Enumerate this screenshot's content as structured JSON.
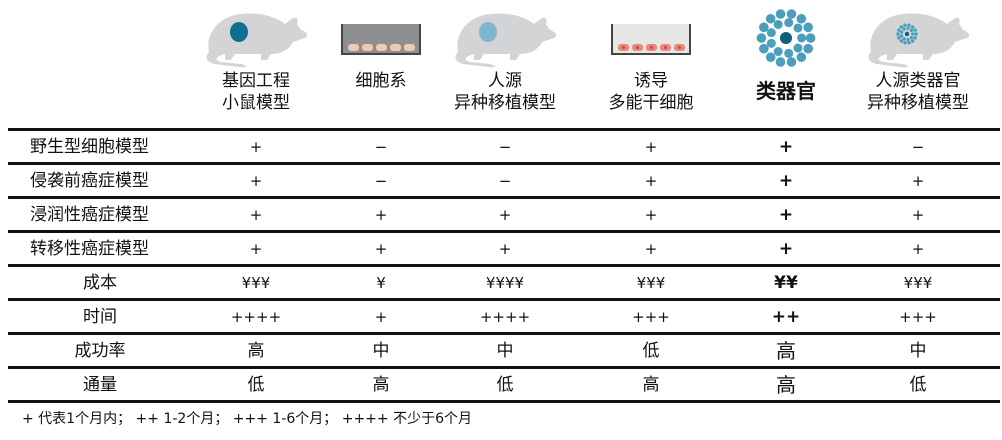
{
  "columns": [
    {
      "icon": "mouse-tumor-dark-icon",
      "lines": [
        "基因工程",
        "小鼠模型"
      ]
    },
    {
      "icon": "cell-dish-icon",
      "lines": [
        "细胞系"
      ]
    },
    {
      "icon": "mouse-tumor-light-icon",
      "lines": [
        "人源",
        "异种移植模型"
      ]
    },
    {
      "icon": "ipsc-dish-icon",
      "lines": [
        "诱导",
        "多能干细胞"
      ]
    },
    {
      "icon": "organoid-icon",
      "lines": [
        "类器官"
      ],
      "highlight": true
    },
    {
      "icon": "mouse-organoid-icon",
      "lines": [
        "人源类器官",
        "异种移植模型"
      ]
    }
  ],
  "rows": [
    {
      "label": "野生型细胞模型",
      "align": "left",
      "values": [
        "+",
        "−",
        "−",
        "+",
        "+",
        "−"
      ]
    },
    {
      "label": "侵袭前癌症模型",
      "align": "left",
      "values": [
        "+",
        "−",
        "−",
        "+",
        "+",
        "+"
      ]
    },
    {
      "label": "浸润性癌症模型",
      "align": "left",
      "values": [
        "+",
        "+",
        "+",
        "+",
        "+",
        "+"
      ]
    },
    {
      "label": "转移性癌症模型",
      "align": "left",
      "values": [
        "+",
        "+",
        "+",
        "+",
        "+",
        "+"
      ]
    },
    {
      "label": "成本",
      "align": "center",
      "values": [
        "¥¥¥",
        "¥",
        "¥¥¥¥",
        "¥¥¥",
        "¥¥",
        "¥¥¥"
      ]
    },
    {
      "label": "时间",
      "align": "center",
      "values": [
        "++++",
        "+",
        "++++",
        "+++",
        "++",
        "+++"
      ]
    },
    {
      "label": "成功率",
      "align": "center",
      "values": [
        "高",
        "中",
        "中",
        "低",
        "高",
        "中"
      ],
      "cjk": true
    },
    {
      "label": "通量",
      "align": "center",
      "values": [
        "低",
        "高",
        "低",
        "高",
        "高",
        "低"
      ],
      "cjk": true
    }
  ],
  "footnote": "+ 代表1个月内； ++ 1-2个月； +++ 1-6个月； ++++ 不少于6个月",
  "colors": {
    "mouse": "#d3d4d6",
    "tumor_dark": "#0f6f8f",
    "tumor_light": "#7fb6d0",
    "organoid": "#4d9dbd",
    "organoid_core": "#0d5f7a",
    "dish_cells": "#e8877a"
  }
}
